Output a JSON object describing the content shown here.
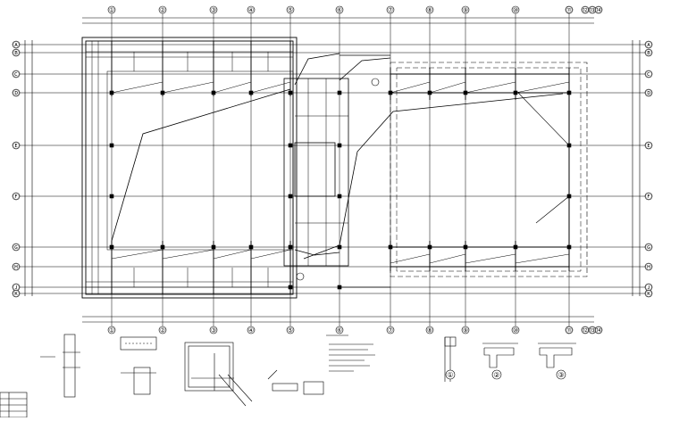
{
  "drawing": {
    "grid_top_labels": [
      "①",
      "②",
      "③",
      "④",
      "⑤",
      "⑥",
      "⑦",
      "⑧",
      "⑨",
      "⑩",
      "⑪",
      "⑫",
      "⑬",
      "⑭"
    ],
    "grid_bottom_labels": [
      "①",
      "②",
      "③",
      "④",
      "⑤",
      "⑥",
      "⑦",
      "⑧",
      "⑨",
      "⑩",
      "⑪",
      "⑫",
      "⑬",
      "⑭"
    ],
    "grid_left_labels": [
      "Ⓐ",
      "Ⓑ",
      "Ⓒ",
      "Ⓓ",
      "Ⓔ",
      "Ⓕ",
      "Ⓖ",
      "Ⓗ",
      "Ⓙ",
      "Ⓚ"
    ],
    "grid_right_labels": [
      "Ⓐ",
      "Ⓑ",
      "Ⓒ",
      "Ⓓ",
      "Ⓔ",
      "Ⓕ",
      "Ⓖ",
      "Ⓗ",
      "Ⓙ",
      "Ⓚ"
    ],
    "detail_markers": [
      "①",
      "②",
      "③"
    ],
    "colors": {
      "line": "#000000",
      "background": "#ffffff"
    }
  }
}
